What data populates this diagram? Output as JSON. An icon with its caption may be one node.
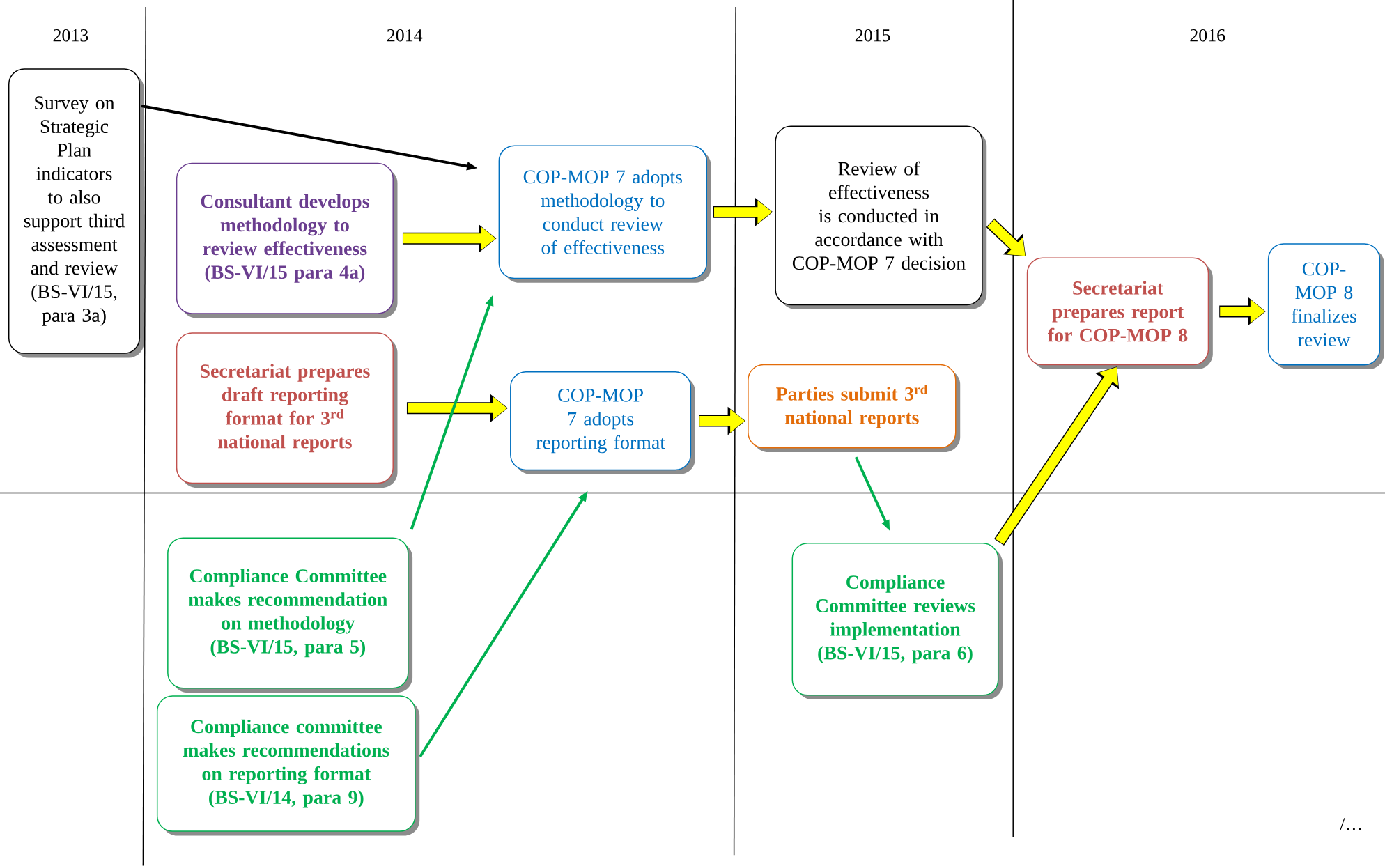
{
  "diagram": {
    "nodes": [
      {
        "text": [
          "Survey on Strategic Plan indicators to also support third assessment and review (BS-VI/15, para 3a)"
        ]
      },
      {
        "text": [
          "Consultant develops methodology to review effectiveness (BS-VI/15 para 4a)"
        ]
      },
      {
        "text": [
          "Secretariat prepares draft reporting format for 3$^{rd}$ national reports"
        ]
      },
      {
        "text": [
          "COP-MOP 7 adopts methodology to conduct review of effectiveness"
        ]
      },
      {
        "text": [
          "COP-MOP 7 adopts reporting format"
        ]
      },
      {
        "text": [
          "Review of effectiveness is conducted in accordance with COP-MOP 7 decision"
        ]
      },
      {
        "text": [
          "Parties submit 3$^{rd}$ national reports"
        ]
      },
      {
        "text": [
          "Secretariat prepares report for COP-MOP 8"
        ]
      },
      {
        "text": [
          "COP-MOP 8 finalizes review"
        ]
      },
      {
        "text": [
          "Compliance Committee makes recommendation on methodology (BS-VI/15, para 5)"
        ]
      },
      {
        "text": [
          "Compliance committee makes recommendations on reporting format (BS-VI/14, para 9)"
        ]
      },
      {
        "text": [
          "Compliance Committee reviews implementation (BS-VI/15, para 6)"
        ]
      }
    ],
    "edges": [
      {
        "from": 0,
        "to": 3,
        "arrow": "to",
        "color": "#000000"
      },
      {
        "from": 1,
        "to": 3,
        "arrow": "to"
      },
      {
        "from": 2,
        "to": 4,
        "arrow": "to"
      },
      {
        "from": 9,
        "to": 3,
        "arrow": "to",
        "color": "#00b050"
      },
      {
        "from": 10,
        "to": 4,
        "arrow": "to",
        "color": "#00b050"
      },
      {
        "from": 3,
        "to": 5,
        "arrow": "to"
      },
      {
        "from": 4,
        "to": 6,
        "arrow": "to"
      },
      {
        "from": 6,
        "to": 11,
        "arrow": "to",
        "color": "#00b050"
      },
      {
        "from": 5,
        "to": 7,
        "arrow": "to"
      },
      {
        "from": 11,
        "to": 7,
        "arrow": "to"
      },
      {
        "from": 7,
        "to": 8,
        "arrow": "to"
      }
    ],
    "labels": [
      "2013",
      "2014",
      "2015",
      "2016",
      "/…"
    ]
  }
}
